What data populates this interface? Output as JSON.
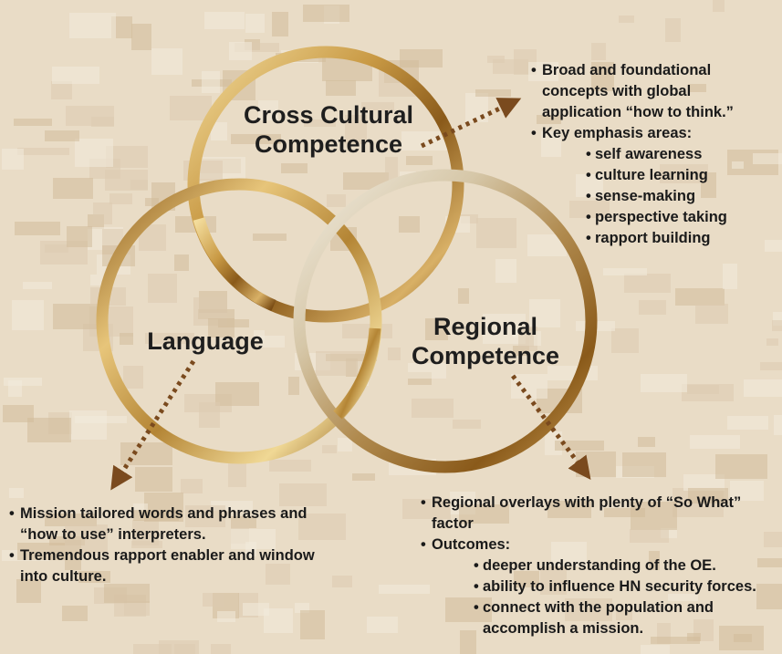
{
  "colors": {
    "background_base": "#e9dcc6",
    "camo_dark": "#d2bc9a",
    "camo_mid": "#dccab0",
    "camo_light": "#f3ebdd",
    "ring_gold_dark": "#8a5a1a",
    "ring_gold_light": "#f0d58e",
    "ring_silver_light": "#f2eee4",
    "arrow_color": "#7a4a1e",
    "text_color": "#1a1a1a"
  },
  "circles": {
    "cross_cultural": {
      "title_line1": "Cross Cultural",
      "title_line2": "Competence"
    },
    "language": {
      "title": "Language"
    },
    "regional": {
      "title_line1": "Regional",
      "title_line2": "Competence"
    }
  },
  "cross_cultural_notes": {
    "points": [
      "Broad and foundational concepts with global application “how to think.”",
      "Key emphasis areas:"
    ],
    "emphasis_areas": [
      "self awareness",
      "culture learning",
      "sense-making",
      "perspective taking",
      "rapport building"
    ]
  },
  "language_notes": {
    "points": [
      "Mission tailored words and phrases and “how to use” interpreters.",
      "Tremendous rapport enabler and window into culture."
    ]
  },
  "regional_notes": {
    "points": [
      "Regional overlays with plenty of “So What” factor",
      "Outcomes:"
    ],
    "outcomes": [
      "deeper understanding of the OE.",
      "ability to influence HN security forces.",
      "connect with the population and accomplish a mission."
    ]
  }
}
